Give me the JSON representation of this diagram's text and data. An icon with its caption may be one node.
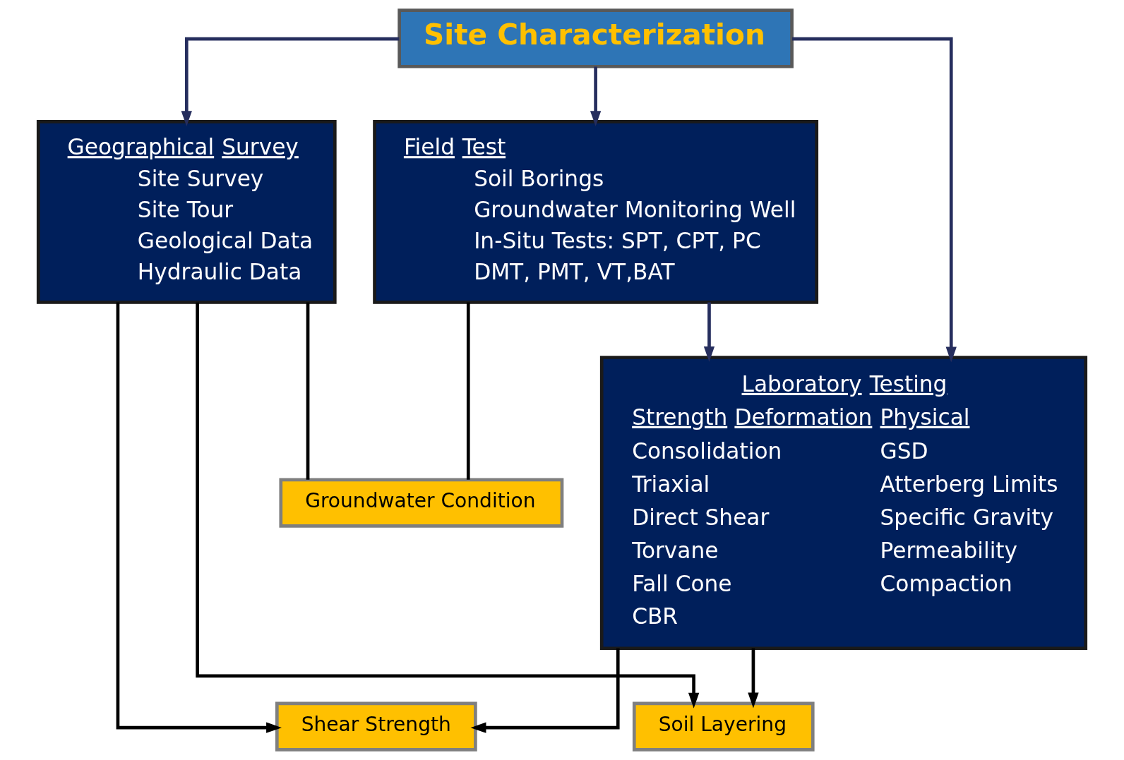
{
  "diagram": {
    "nodes": [
      {
        "text": [
          "Site Characterization"
        ]
      },
      {
        "text": [
          "Geographical Survey",
          "Site Survey",
          "Site Tour",
          "Geological Data",
          "Hydraulic Data"
        ]
      },
      {
        "text": [
          "Field Test",
          "Soil Borings",
          "Groundwater Monitoring Well",
          "In-Situ Tests: SPT, CPT, PC",
          "DMT, PMT, VT,BAT"
        ]
      },
      {
        "text": [
          "Groundwater Condition"
        ]
      },
      {
        "text": [
          "Laboratory Testing",
          "Strength Deformation",
          "Consolidation",
          "Triaxial",
          "Direct Shear",
          "Torvane",
          "Fall Cone",
          "CBR",
          "Physical",
          "GSD",
          "Atterberg Limits",
          "Specific Gravity",
          "Permeability",
          "Compaction"
        ]
      },
      {
        "text": [
          "Shear Strength"
        ]
      },
      {
        "text": [
          "Soil Layering"
        ]
      }
    ],
    "edges": [
      {
        "from": 0,
        "to": 1,
        "arrow": "to",
        "color": "#262e5e"
      },
      {
        "from": 0,
        "to": 2,
        "arrow": "to",
        "color": "#262e5e"
      },
      {
        "from": 0,
        "to": 4,
        "arrow": "to",
        "color": "#262e5e"
      },
      {
        "from": 2,
        "to": 4,
        "arrow": "to",
        "color": "#262e5e"
      },
      {
        "from": 1,
        "to": 3,
        "arrow": "none"
      },
      {
        "from": 2,
        "to": 3,
        "arrow": "none"
      },
      {
        "from": 1,
        "to": 5,
        "arrow": "to"
      },
      {
        "from": 1,
        "to": 6,
        "arrow": "to"
      },
      {
        "from": 4,
        "to": 5,
        "arrow": "to"
      },
      {
        "from": 4,
        "to": 6,
        "arrow": "to"
      }
    ]
  }
}
